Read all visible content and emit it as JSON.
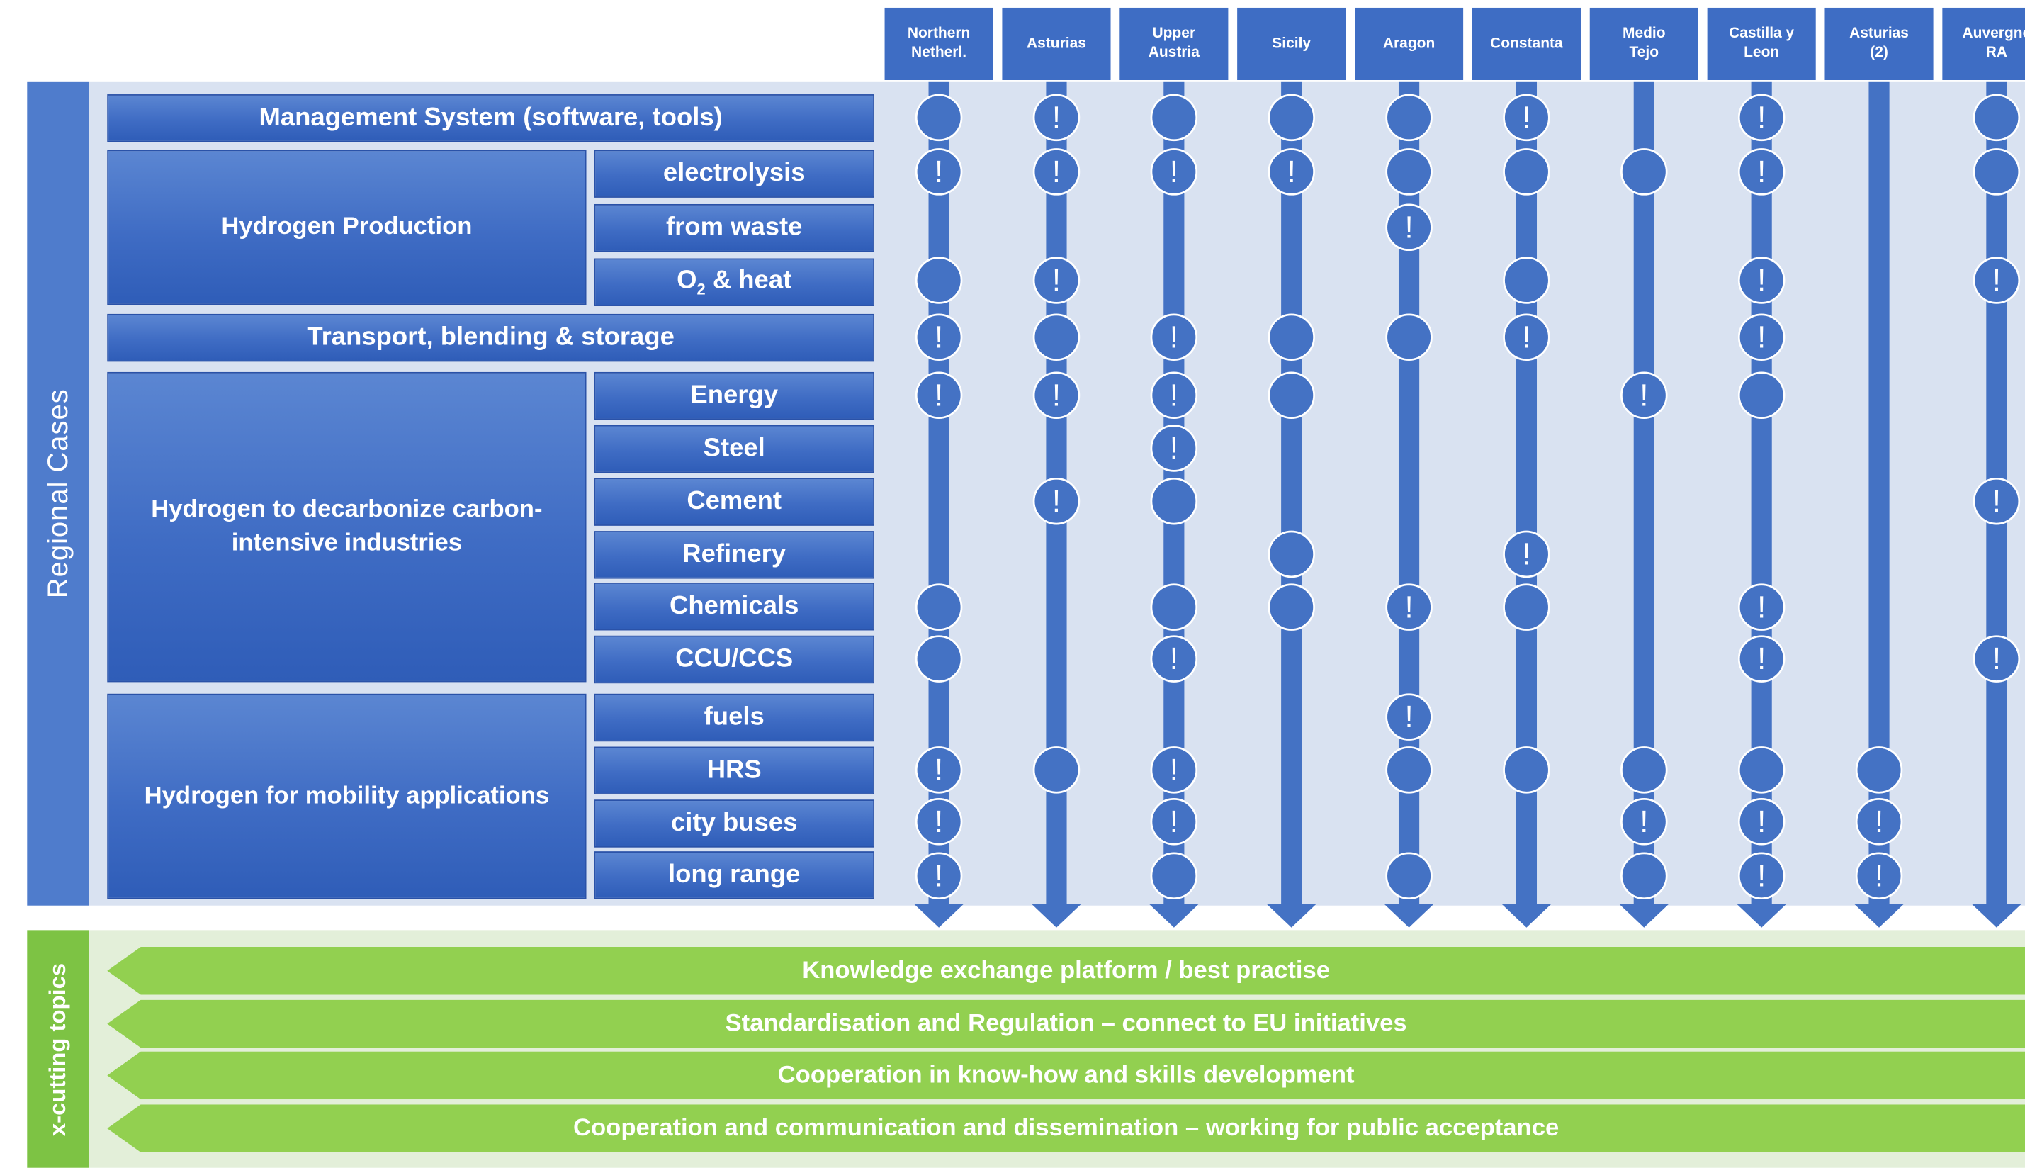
{
  "side_labels": {
    "regional": "Regional Cases",
    "xcutting": "x-cutting topics"
  },
  "regions": [
    {
      "id": "northern-netherlands",
      "line1": "Northern",
      "line2": "Netherl."
    },
    {
      "id": "asturias",
      "line1": "Asturias",
      "line2": ""
    },
    {
      "id": "upper-austria",
      "line1": "Upper",
      "line2": "Austria"
    },
    {
      "id": "sicily",
      "line1": "Sicily",
      "line2": ""
    },
    {
      "id": "aragon",
      "line1": "Aragon",
      "line2": ""
    },
    {
      "id": "constanta",
      "line1": "Constanta",
      "line2": ""
    },
    {
      "id": "medio-tejo",
      "line1": "Medio",
      "line2": "Tejo"
    },
    {
      "id": "castilla-y-leon",
      "line1": "Castilla y",
      "line2": "Leon"
    },
    {
      "id": "asturias-2",
      "line1": "Asturias",
      "line2": "(2)"
    },
    {
      "id": "auvergne-ra",
      "line1": "Auvergne",
      "line2": "RA"
    }
  ],
  "categories": {
    "management": "Management System (software, tools)",
    "production": "Hydrogen Production",
    "transport": "Transport, blending & storage",
    "industries": "Hydrogen to decarbonize carbon-intensive industries",
    "mobility": "Hydrogen for mobility applications"
  },
  "sub_rows": {
    "electrolysis": "electrolysis",
    "from_waste": "from waste",
    "o2_heat_main": "O",
    "o2_heat_sub": "2",
    "o2_heat_rest": " & heat",
    "energy": "Energy",
    "steel": "Steel",
    "cement": "Cement",
    "refinery": "Refinery",
    "chemicals": "Chemicals",
    "ccu_ccs": "CCU/CCS",
    "fuels": "fuels",
    "hrs": "HRS",
    "city_buses": "city buses",
    "long_range": "long range"
  },
  "marker_legend_note": {
    "exclaim_symbol": "!"
  },
  "matrix": {
    "row_order": [
      "management",
      "electrolysis",
      "from_waste",
      "o2_heat",
      "transport",
      "energy",
      "steel",
      "cement",
      "refinery",
      "chemicals",
      "ccu_ccs",
      "fuels",
      "hrs",
      "city_buses",
      "long_range"
    ],
    "cells": {
      "northern-netherlands": [
        "dot",
        "excl",
        "",
        "dot",
        "excl",
        "excl",
        "",
        "",
        "",
        "dot",
        "dot",
        "",
        "excl",
        "excl",
        "excl"
      ],
      "asturias": [
        "excl",
        "excl",
        "",
        "excl",
        "dot",
        "excl",
        "",
        "excl",
        "",
        "",
        "",
        "",
        "dot",
        "",
        ""
      ],
      "upper-austria": [
        "dot",
        "excl",
        "",
        "",
        "excl",
        "excl",
        "excl",
        "dot",
        "",
        "dot",
        "excl",
        "",
        "excl",
        "excl",
        "dot"
      ],
      "sicily": [
        "dot",
        "excl",
        "",
        "",
        "dot",
        "dot",
        "",
        "",
        "dot",
        "dot",
        "",
        "",
        "",
        "",
        ""
      ],
      "aragon": [
        "dot",
        "dot",
        "excl",
        "",
        "dot",
        "",
        "",
        "",
        "",
        "excl",
        "",
        "excl",
        "dot",
        "",
        "dot"
      ],
      "constanta": [
        "excl",
        "dot",
        "",
        "dot",
        "excl",
        "",
        "",
        "",
        "excl",
        "dot",
        "",
        "",
        "dot",
        "",
        ""
      ],
      "medio-tejo": [
        "",
        "dot",
        "",
        "",
        "",
        "excl",
        "",
        "",
        "",
        "",
        "",
        "",
        "dot",
        "excl",
        "dot"
      ],
      "castilla-y-leon": [
        "excl",
        "excl",
        "",
        "excl",
        "excl",
        "dot",
        "",
        "",
        "",
        "excl",
        "excl",
        "",
        "dot",
        "excl",
        "excl"
      ],
      "asturias-2": [
        "",
        "",
        "",
        "",
        "",
        "",
        "",
        "",
        "",
        "",
        "",
        "",
        "dot",
        "excl",
        "excl"
      ],
      "auvergne-ra": [
        "dot",
        "dot",
        "",
        "excl",
        "",
        "",
        "",
        "excl",
        "",
        "",
        "excl",
        "",
        "",
        "",
        ""
      ]
    }
  },
  "xcutting_topics": [
    "Knowledge exchange platform / best practise",
    "Standardisation and Regulation – connect to EU initiatives",
    "Cooperation in know-how and skills development",
    "Cooperation and communication and dissemination – working for public acceptance"
  ],
  "colors": {
    "column_blue": "#4472c4",
    "box_blue": "#3f6cc4",
    "panel_bg": "#d9e2f1",
    "green": "#92d050",
    "green_bg": "#e3efd9"
  }
}
